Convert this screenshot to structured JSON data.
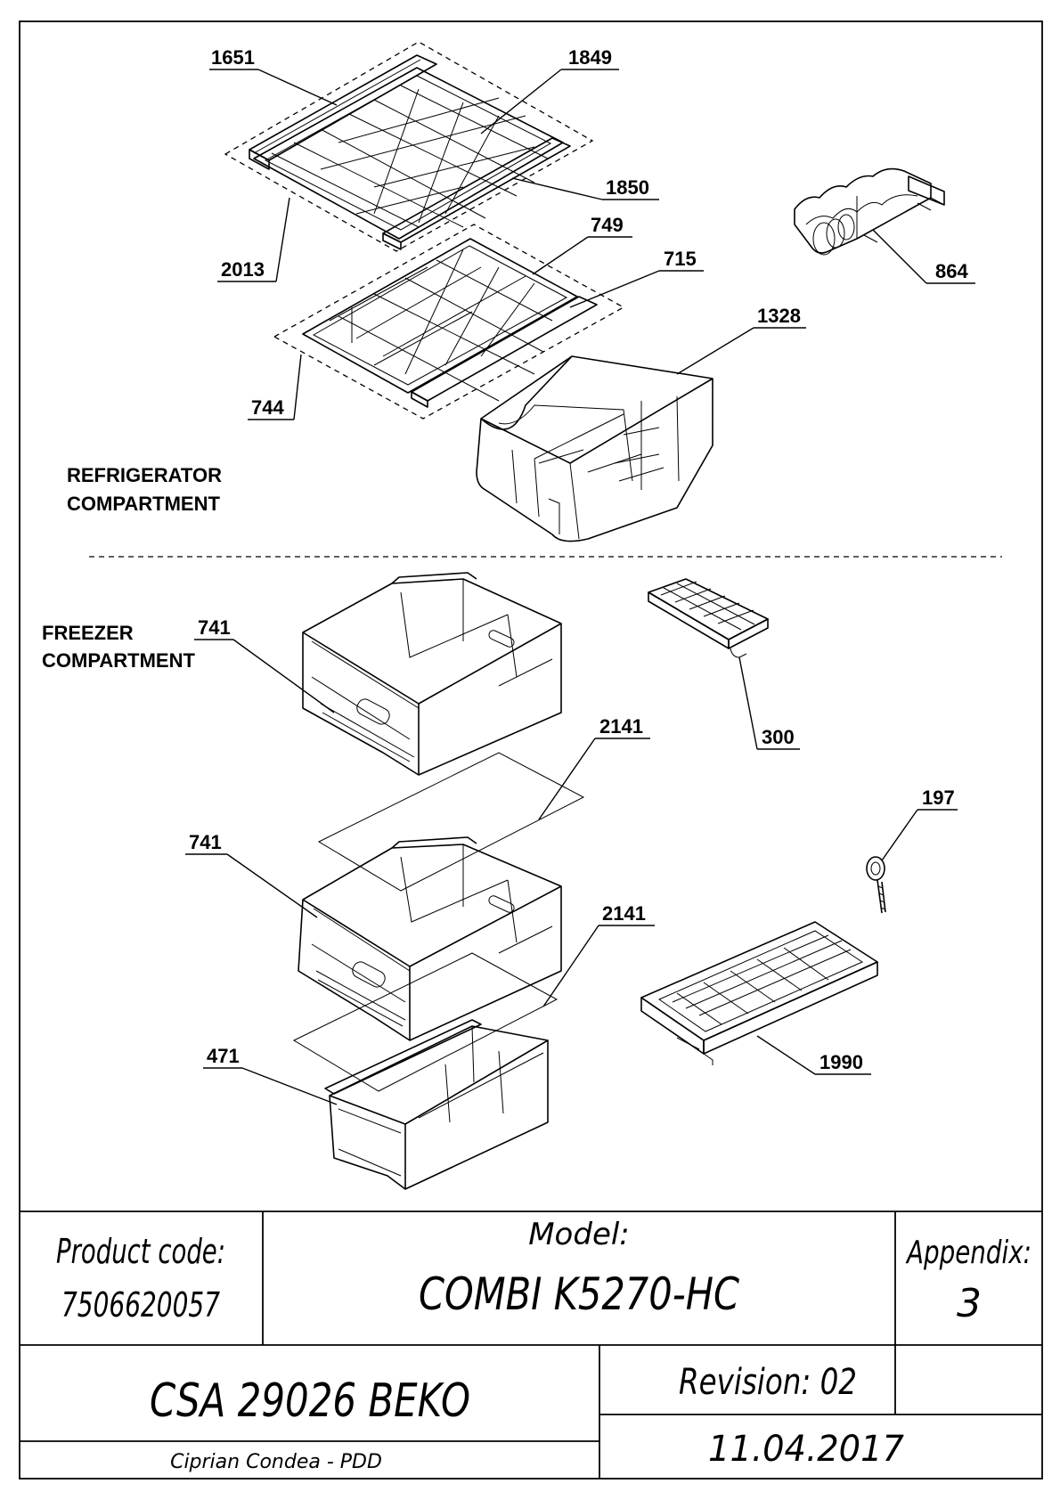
{
  "sections": {
    "refrigerator_line1": "REFRIGERATOR",
    "refrigerator_line2": "COMPARTMENT",
    "freezer_line1": "FREEZER",
    "freezer_line2": "COMPARTMENT"
  },
  "part_labels": {
    "p1651": "1651",
    "p1849": "1849",
    "p1850": "1850",
    "p2013": "2013",
    "p749": "749",
    "p715": "715",
    "p744": "744",
    "p864": "864",
    "p1328": "1328",
    "p741a": "741",
    "p300": "300",
    "p2141a": "2141",
    "p197": "197",
    "p741b": "741",
    "p2141b": "2141",
    "p471": "471",
    "p1990": "1990"
  },
  "title_block": {
    "product_code_label": "Product code:",
    "product_code_value": "7506620057",
    "model_label": "Model:",
    "model_value": "COMBI K5270-HC",
    "appendix_label": "Appendix:",
    "appendix_value": "3",
    "document_code": "CSA 29026 BEKO",
    "revision": "Revision: 02",
    "author": "Ciprian Condea - PDD",
    "date": "11.04.2017"
  }
}
